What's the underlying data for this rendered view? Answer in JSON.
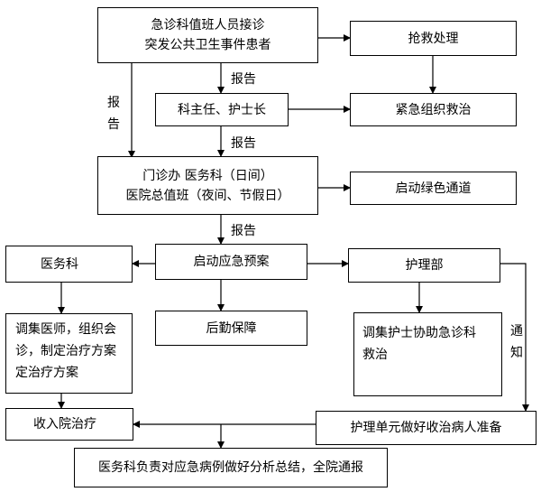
{
  "nodes": {
    "triage_receive": [
      "急诊科值班人员接诊",
      "突发公共卫生事件患者"
    ],
    "rescue": "抢救处理",
    "dept_heads": "科主任、护士长",
    "emergency_treat": "紧急组织救治",
    "office": [
      "门诊办  医务科（日间）",
      "医院总值班（夜间、节假日）"
    ],
    "green_channel": "启动绿色通道",
    "medical_affairs": "医务科",
    "plan": "启动应急预案",
    "nursing_dept": "护理部",
    "logistics": "后勤保障",
    "consult": [
      "调集医师，组织会",
      "诊，制定治疗方案",
      "定治疗方案"
    ],
    "nurse_assist": [
      "调集护士协助急诊科",
      "救治"
    ],
    "admit": "收入院治疗",
    "ward_prepare": "护理单元做好收治病人准备",
    "summary": "医务科负责对应急病例做好分析总结，全院通报"
  },
  "edge_labels": {
    "report1": "报告",
    "report2": "报告",
    "report3": "报告",
    "report_side": [
      "报",
      "告"
    ],
    "notify": [
      "通",
      "知"
    ]
  }
}
